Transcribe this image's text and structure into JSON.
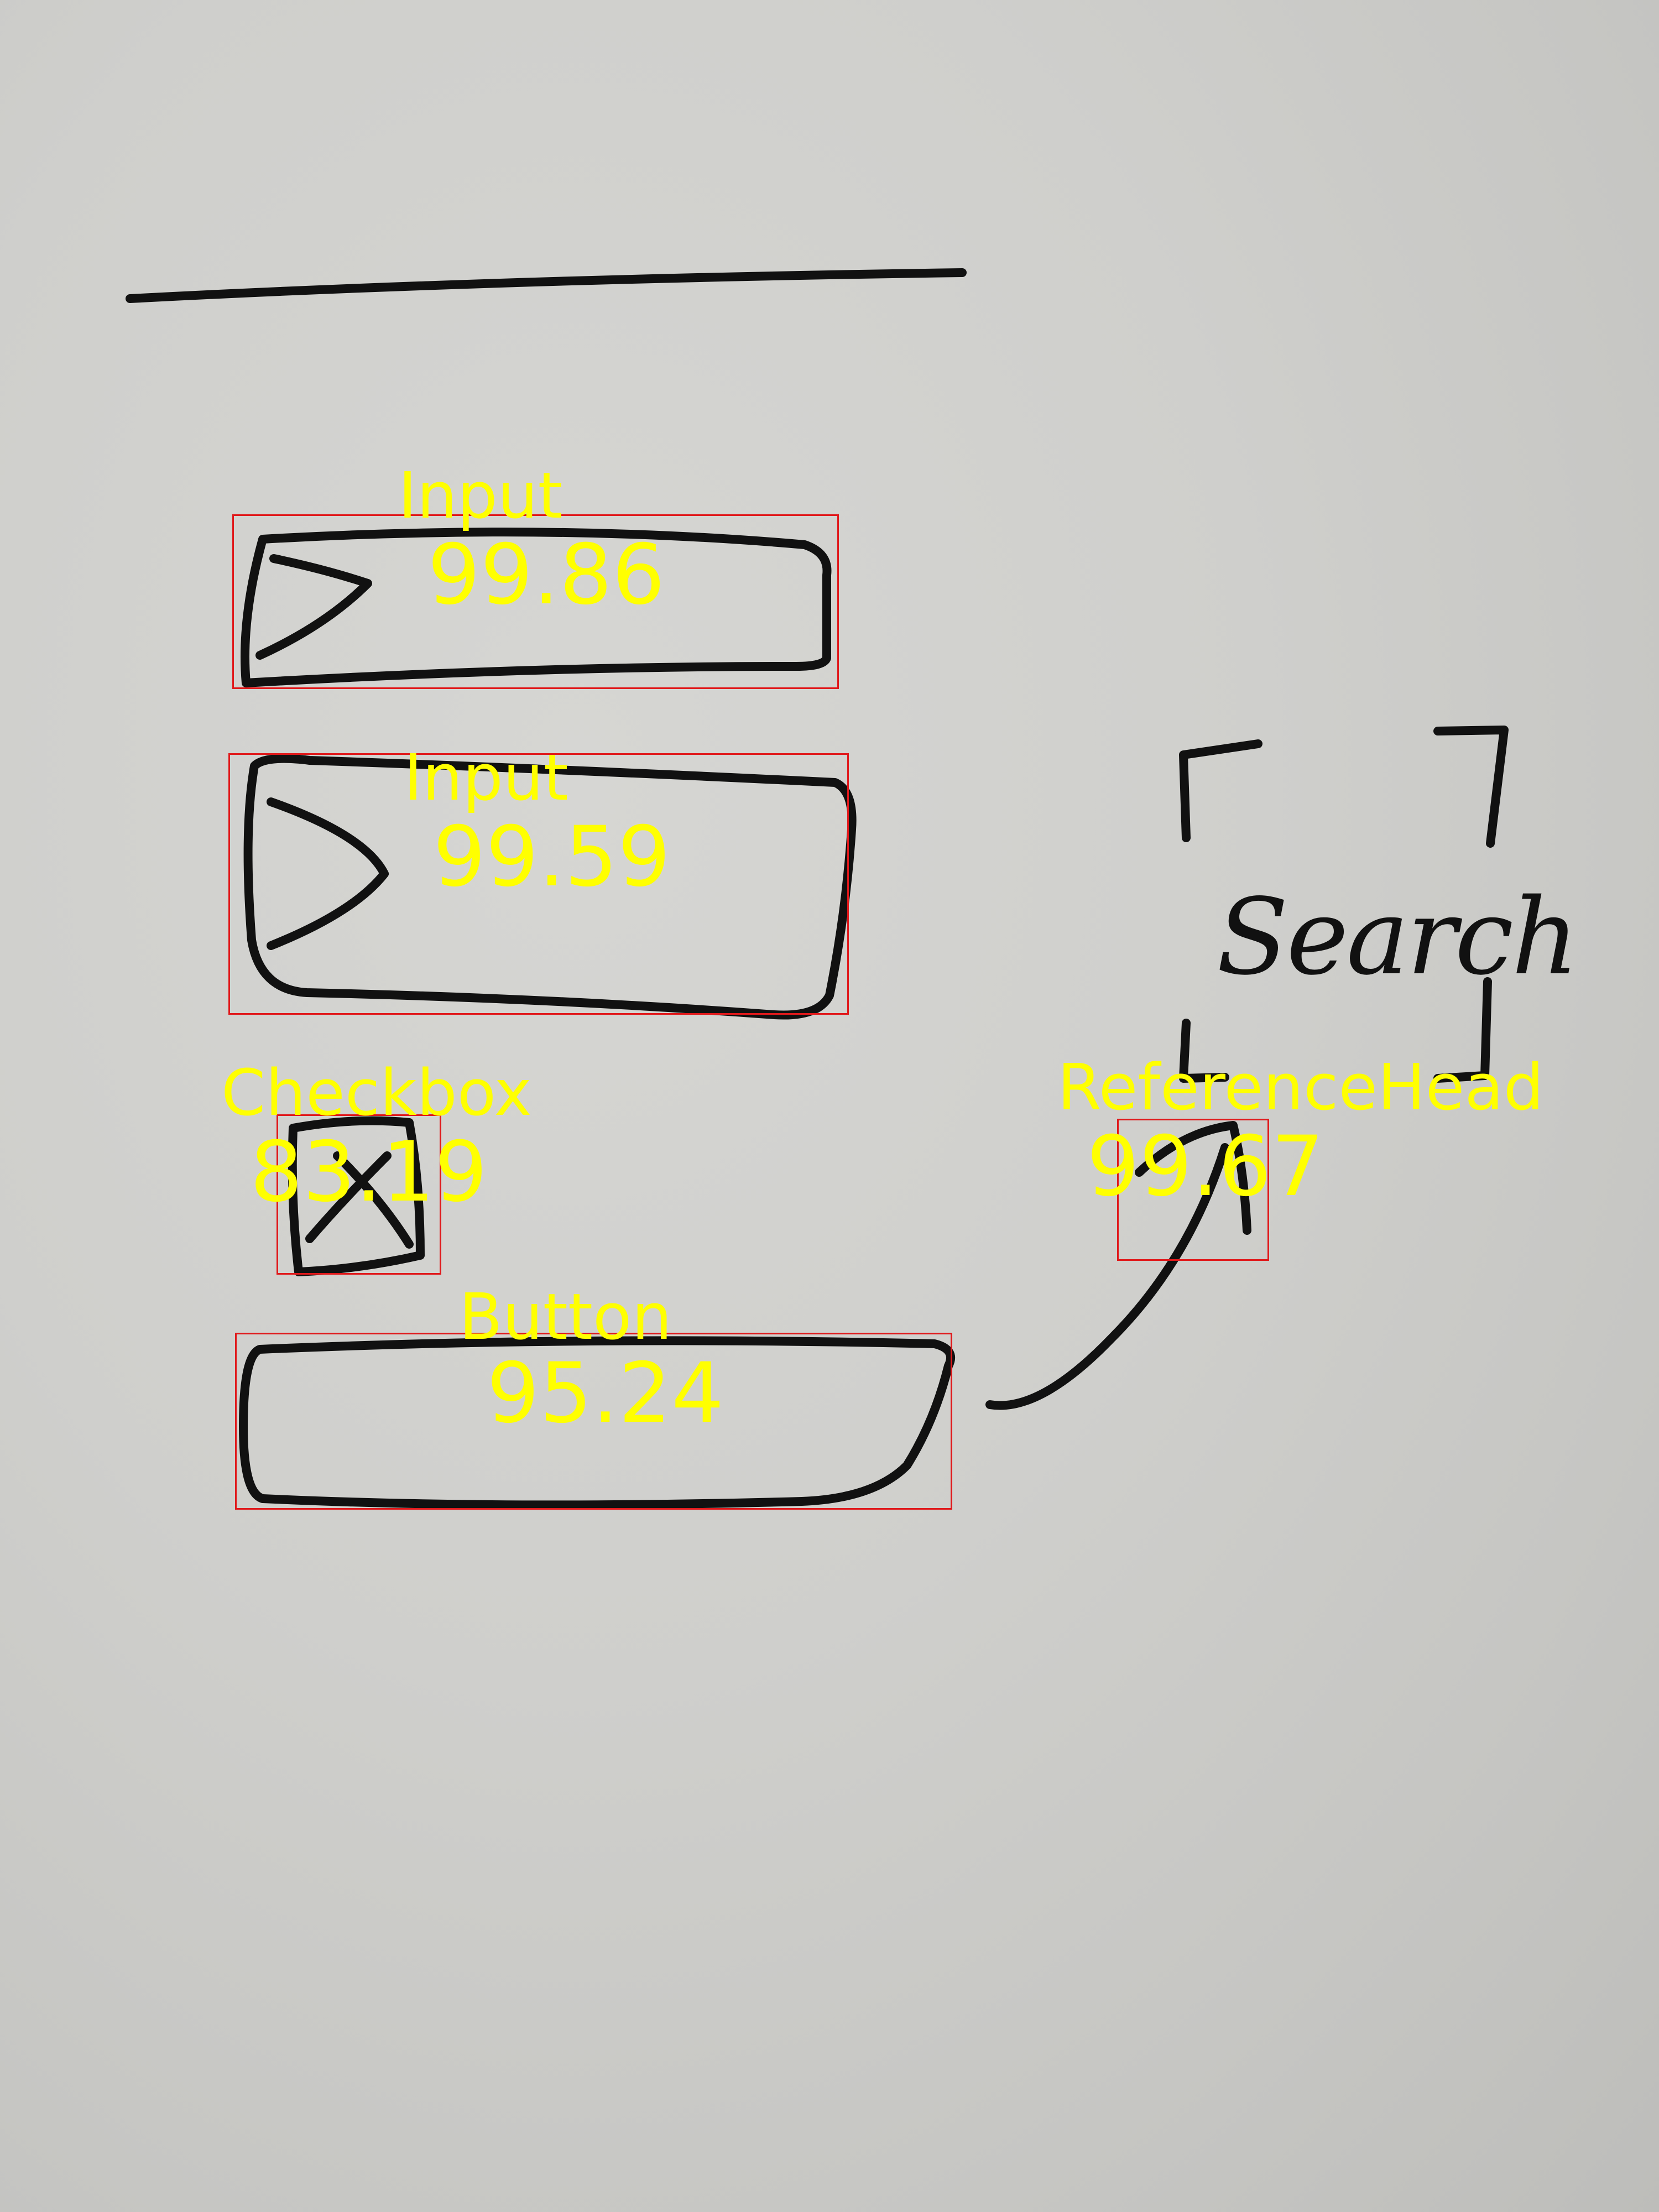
{
  "sketch": {
    "search_label": "Search"
  },
  "detections": [
    {
      "label": "Input",
      "score": "99.86"
    },
    {
      "label": "Input",
      "score": "99.59"
    },
    {
      "label": "Checkbox",
      "score": "83.19"
    },
    {
      "label": "ReferenceHead",
      "score": "99.67"
    },
    {
      "label": "Button",
      "score": "95.24"
    }
  ],
  "colors": {
    "ink": "#111111",
    "box": "#e0191b",
    "label": "#ffff00",
    "board": "#cfcfcc"
  }
}
